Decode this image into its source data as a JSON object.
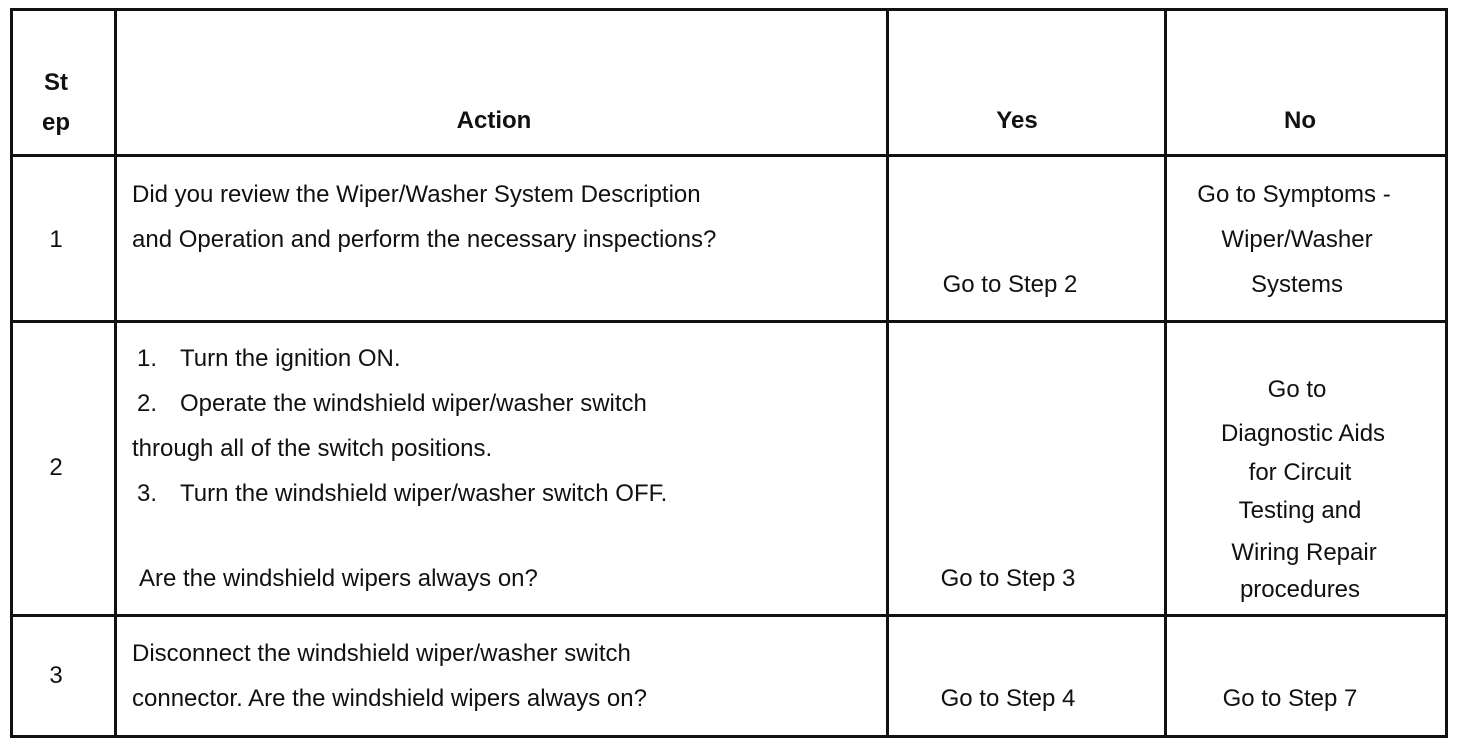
{
  "header": {
    "step_line1": "St",
    "step_line2": "ep",
    "action": "Action",
    "yes": "Yes",
    "no": "No"
  },
  "rows": [
    {
      "step": "1",
      "action_lines": [
        "Did you review the Wiper/Washer System Description",
        "and Operation and perform the necessary inspections?"
      ],
      "yes": "Go to Step 2",
      "no_lines": [
        "Go to Symptoms -",
        "Wiper/Washer",
        "Systems"
      ]
    },
    {
      "step": "2",
      "action_items": [
        {
          "num": "1.",
          "text": "Turn the ignition ON."
        },
        {
          "num": "2.",
          "text": "Operate the windshield wiper/washer switch"
        },
        {
          "num": "",
          "text": "through all of the switch positions."
        },
        {
          "num": "3.",
          "text": "Turn the windshield wiper/washer switch OFF."
        }
      ],
      "question": "Are the windshield wipers always on?",
      "yes": "Go to Step 3",
      "no_lines": [
        "Go to",
        "Diagnostic Aids",
        "for Circuit",
        "Testing and",
        "Wiring Repair",
        "procedures"
      ]
    },
    {
      "step": "3",
      "action_lines": [
        "Disconnect the windshield wiper/washer switch",
        "connector. Are the windshield wipers always on?"
      ],
      "yes": "Go to Step 4",
      "no": "Go to Step 7"
    }
  ]
}
